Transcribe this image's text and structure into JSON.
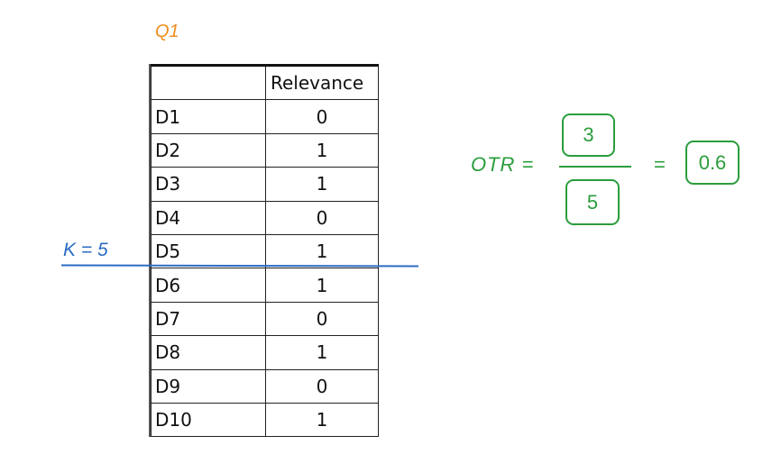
{
  "query_label": "Q1",
  "k_label": "K = 5",
  "table": {
    "header": {
      "doc": "",
      "relevance": "Relevance"
    },
    "rows": [
      {
        "doc": "D1",
        "relevance": "0"
      },
      {
        "doc": "D2",
        "relevance": "1"
      },
      {
        "doc": "D3",
        "relevance": "1"
      },
      {
        "doc": "D4",
        "relevance": "0"
      },
      {
        "doc": "D5",
        "relevance": "1"
      },
      {
        "doc": "D6",
        "relevance": "1"
      },
      {
        "doc": "D7",
        "relevance": "0"
      },
      {
        "doc": "D8",
        "relevance": "1"
      },
      {
        "doc": "D9",
        "relevance": "0"
      },
      {
        "doc": "D10",
        "relevance": "1"
      }
    ]
  },
  "formula": {
    "label": "OTR =",
    "numerator": "3",
    "denominator": "5",
    "equals": "=",
    "result": "0.6"
  },
  "colors": {
    "query_label": "#f08c1e",
    "k_annotation": "#2b6cc4",
    "formula": "#2a9d3c"
  }
}
